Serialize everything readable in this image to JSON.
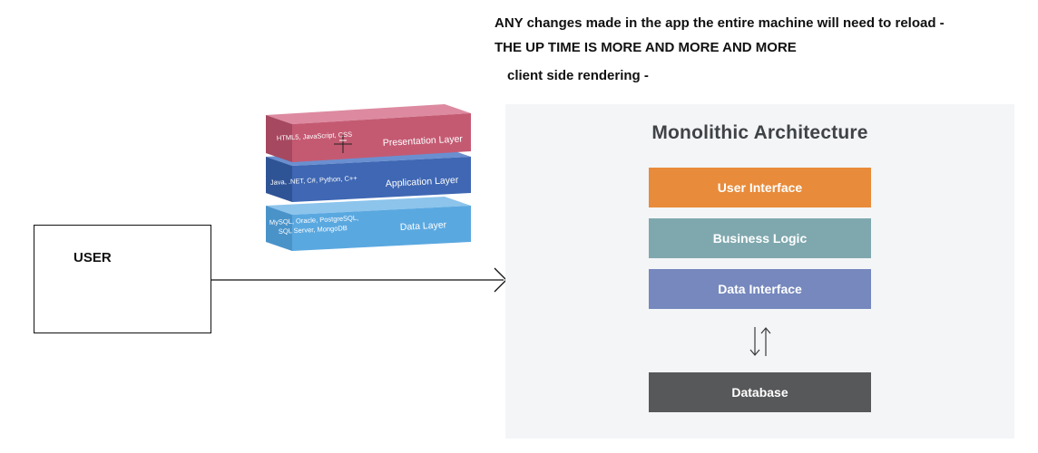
{
  "notes": {
    "line1": "ANY changes made in the app the entire machine will need to reload -",
    "line2": "THE UP TIME IS MORE AND MORE AND MORE",
    "line3": "client side rendering -"
  },
  "user_box": {
    "label": "USER"
  },
  "layer_stack": {
    "layers": [
      {
        "name": "Presentation Layer",
        "tech": "HTML5, JavaScript, CSS",
        "color": "#c45a72"
      },
      {
        "name": "Application Layer",
        "tech": "Java, .NET, C#, Python, C++",
        "color": "#3f67b3"
      },
      {
        "name": "Data Layer",
        "tech_line1": "MySQL, Oracle, PostgreSQL,",
        "tech_line2": "SQL Server, MongoDB",
        "color": "#5aa8e0"
      }
    ]
  },
  "monolithic": {
    "title": "Monolithic Architecture",
    "blocks": [
      {
        "label": "User Interface",
        "color": "#e88b3a"
      },
      {
        "label": "Business Logic",
        "color": "#7fa8ae"
      },
      {
        "label": "Data Interface",
        "color": "#7688bd"
      },
      {
        "label": "Database",
        "color": "#57585a"
      }
    ],
    "connector_icon": "up-down-arrows-icon"
  }
}
